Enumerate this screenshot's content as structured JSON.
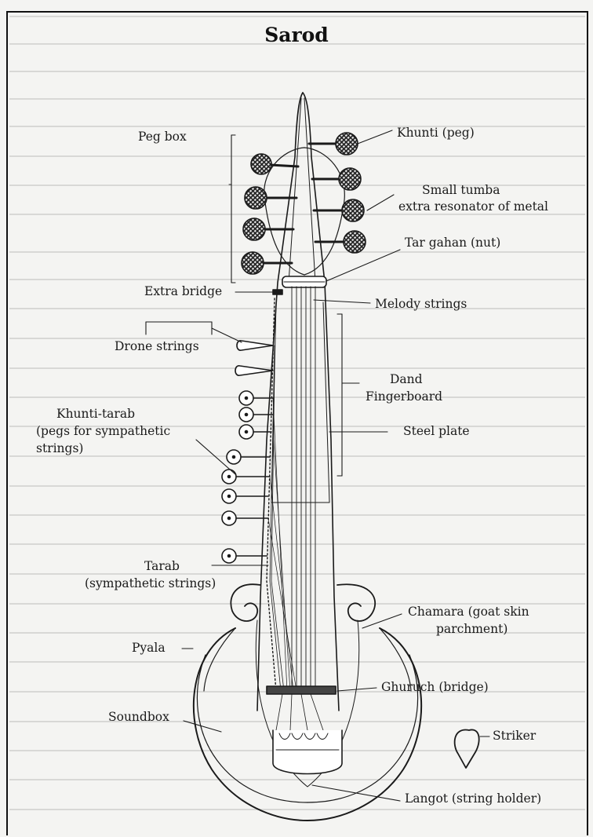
{
  "figure": {
    "title": "Sarod",
    "labels": {
      "peg_box": "Peg box",
      "khunti_peg": "Khunti (peg)",
      "small_tumba_1": "Small tumba",
      "small_tumba_2": "extra resonator of metal",
      "tar_gahan": "Tar gahan (nut)",
      "extra_bridge": "Extra bridge",
      "melody_strings": "Melody strings",
      "drone_strings": "Drone strings",
      "dand": "Dand",
      "fingerboard": "Fingerboard",
      "khunti_tarab_1": "Khunti-tarab",
      "khunti_tarab_2": "(pegs for sympathetic",
      "khunti_tarab_3": "strings)",
      "steel_plate": "Steel plate",
      "tarab_1": "Tarab",
      "tarab_2": "(sympathetic strings)",
      "chamara_1": "Chamara (goat skin",
      "chamara_2": "parchment)",
      "pyala": "Pyala",
      "ghuruch": "Ghuruch (bridge)",
      "soundbox": "Soundbox",
      "striker": "Striker",
      "langot": "Langot (string holder)"
    }
  },
  "colors": {
    "ink": "#1a1a1a",
    "paper": "#f4f4f2",
    "ghost": "#d8d8d6"
  }
}
